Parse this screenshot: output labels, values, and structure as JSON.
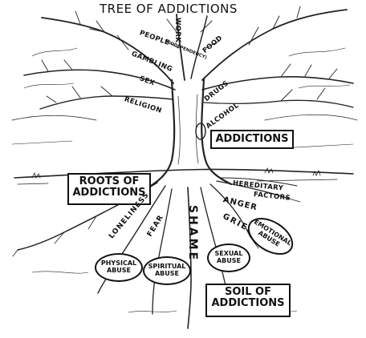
{
  "title": "TREE OF ADDICTIONS",
  "branch_labels": {
    "work": "WORK",
    "people": "PEOPLE",
    "codependency": "(CODEPENDENCY)",
    "food": "FOOD",
    "gambling": "GAMBLING",
    "sex": "SEX",
    "drugs": "DRUGS",
    "religion": "RELIGION",
    "alcohol": "ALCOHOL"
  },
  "boxes": {
    "addictions": "ADDICTIONS",
    "roots_line1": "ROOTS OF",
    "roots_line2": "ADDICTIONS",
    "soil_line1": "SOIL OF",
    "soil_line2": "ADDICTIONS"
  },
  "root_labels": {
    "loneliness": "LONELINESS",
    "fear": "FEAR",
    "shame": "SHAME",
    "anger": "ANGER",
    "grief": "GRIEF",
    "hereditary_line1": "HEREDITARY",
    "hereditary_line2": "FACTORS"
  },
  "soil_items": {
    "physical_line1": "PHYSICAL",
    "physical_line2": "ABUSE",
    "spiritual_line1": "SPIRITUAL",
    "spiritual_line2": "ABUSE",
    "sexual_line1": "SEXUAL",
    "sexual_line2": "ABUSE",
    "emotional_line1": "EMOTIONAL",
    "emotional_line2": "ABUSE"
  }
}
